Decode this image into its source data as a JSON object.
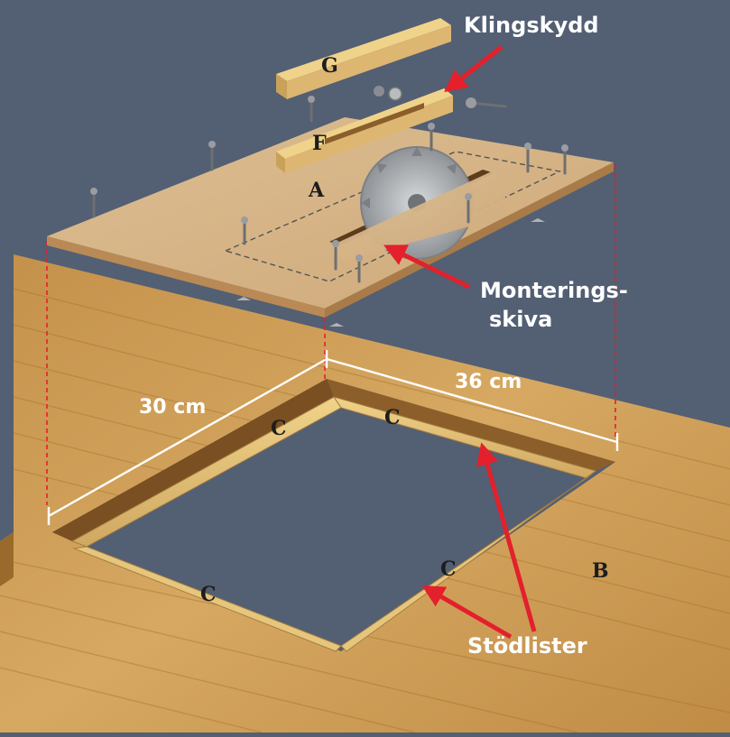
{
  "colors": {
    "background": "#535f73",
    "worktop": "#c99a52",
    "worktop_dark": "#a77634",
    "plywood": "#d9b98c",
    "plywood_edge": "#b98a55",
    "slat": "#e8c87a",
    "blade": "#b9bcbf",
    "arrow": "#e3202b",
    "label": "#ffffff",
    "dimension_line": "#ffffff",
    "guide_line": "#e3202b"
  },
  "callouts": {
    "blade_guard": "Klingskydd",
    "mounting_plate_line1": "Monterings-",
    "mounting_plate_line2": "skiva",
    "support_slats": "Stödlister"
  },
  "dimensions": {
    "width": "30 cm",
    "depth": "36 cm"
  },
  "parts": {
    "a": "A",
    "b": "B",
    "c": "C",
    "f": "F",
    "g": "G"
  },
  "icons": {
    "blade": "circular-saw-blade-icon",
    "screws": "screw-icon",
    "arrows": "arrow-icon"
  }
}
